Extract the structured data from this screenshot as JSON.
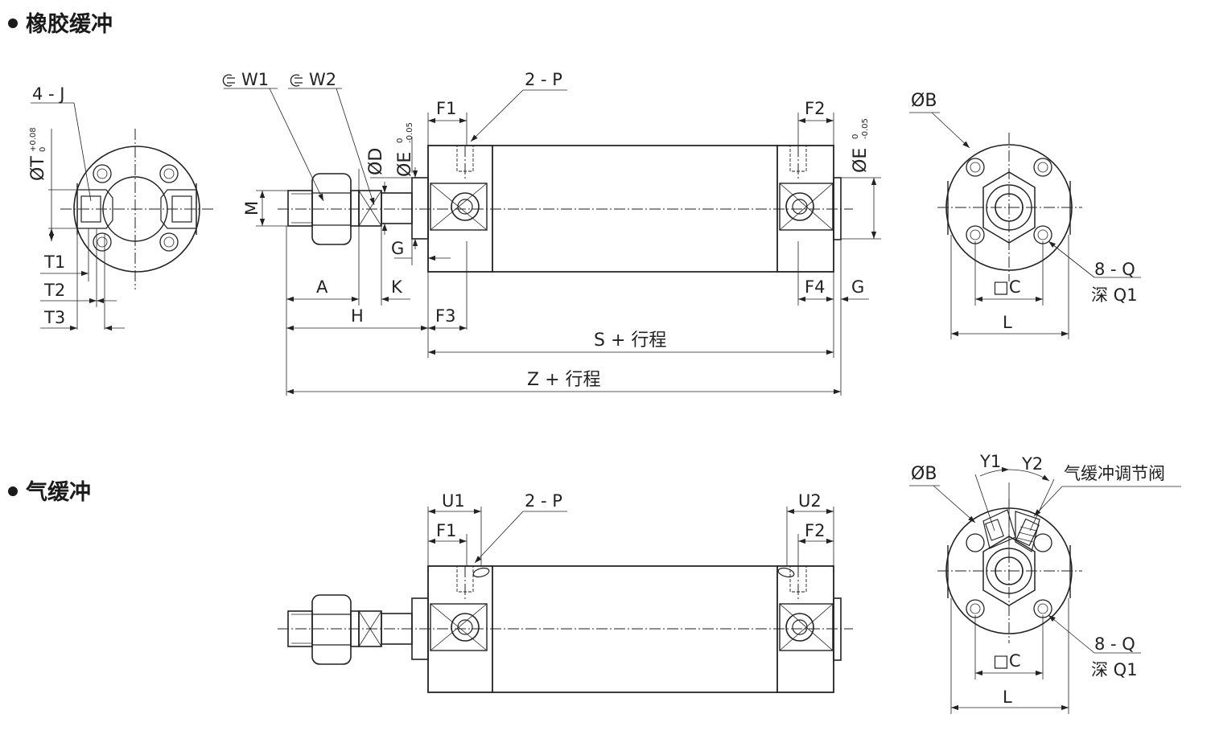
{
  "sections": {
    "rubber": "橡胶缓冲",
    "air": "气缓冲"
  },
  "labels": {
    "j": "4 - J",
    "t_dia": "ØT",
    "t_tol_up": "+0.08",
    "t_tol_low": "0",
    "t1": "T1",
    "t2": "T2",
    "t3": "T3",
    "w1": "W1",
    "w2": "W2",
    "m": "M",
    "d_dia": "ØD",
    "e_dia": "ØE",
    "e_tol_up": "0",
    "e_tol_low": "-0.05",
    "g": "G",
    "a": "A",
    "k": "K",
    "h": "H",
    "f1": "F1",
    "f2": "F2",
    "f3": "F3",
    "f4": "F4",
    "p": "2 - P",
    "s": "S + 行程",
    "z": "Z + 行程",
    "b_dia": "ØB",
    "q": "8 - Q",
    "q1": "深 Q1",
    "c": "□C",
    "l": "L",
    "u1": "U1",
    "u2": "U2",
    "y1": "Y1",
    "y2": "Y2",
    "valve": "气缓冲调节阀"
  },
  "colors": {
    "line": "#222222",
    "background": "#ffffff"
  }
}
